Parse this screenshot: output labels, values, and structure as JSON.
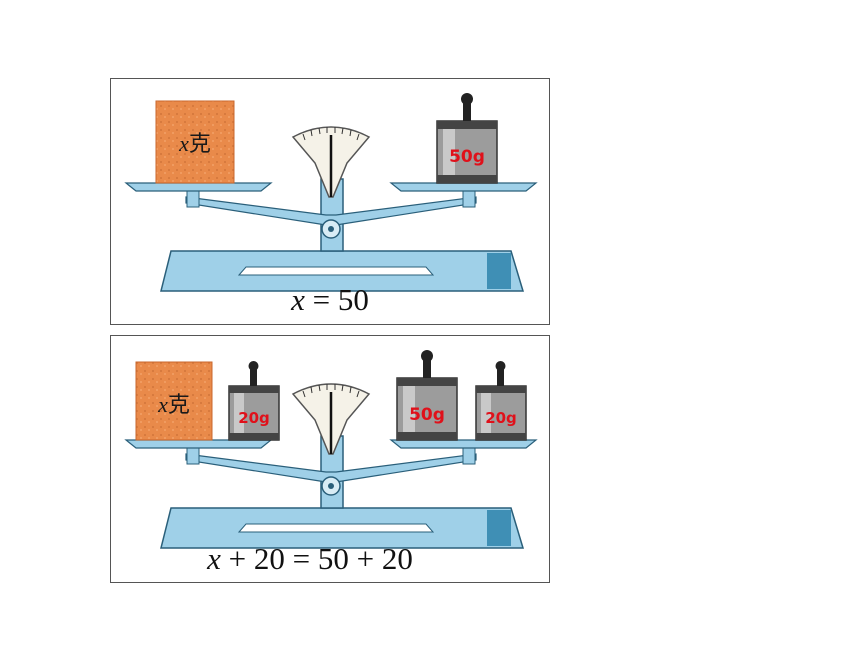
{
  "colors": {
    "scale_blue": "#9fd0e8",
    "scale_outline": "#2a5f7a",
    "block_orange": "#e98a4a",
    "weight_label_red": "#e0101a",
    "weight_metal": "#9c9c9c"
  },
  "panels": [
    {
      "block_var": "x",
      "block_unit": "克",
      "left_weights": [],
      "right_weights": [
        "50g"
      ],
      "equation": {
        "var": "x",
        "rest": " = 50"
      }
    },
    {
      "block_var": "x",
      "block_unit": "克",
      "left_weights": [
        "20g"
      ],
      "right_weights": [
        "50g",
        "20g"
      ],
      "equation": {
        "var": "x",
        "rest": " + 20 = 50 + 20"
      }
    }
  ]
}
